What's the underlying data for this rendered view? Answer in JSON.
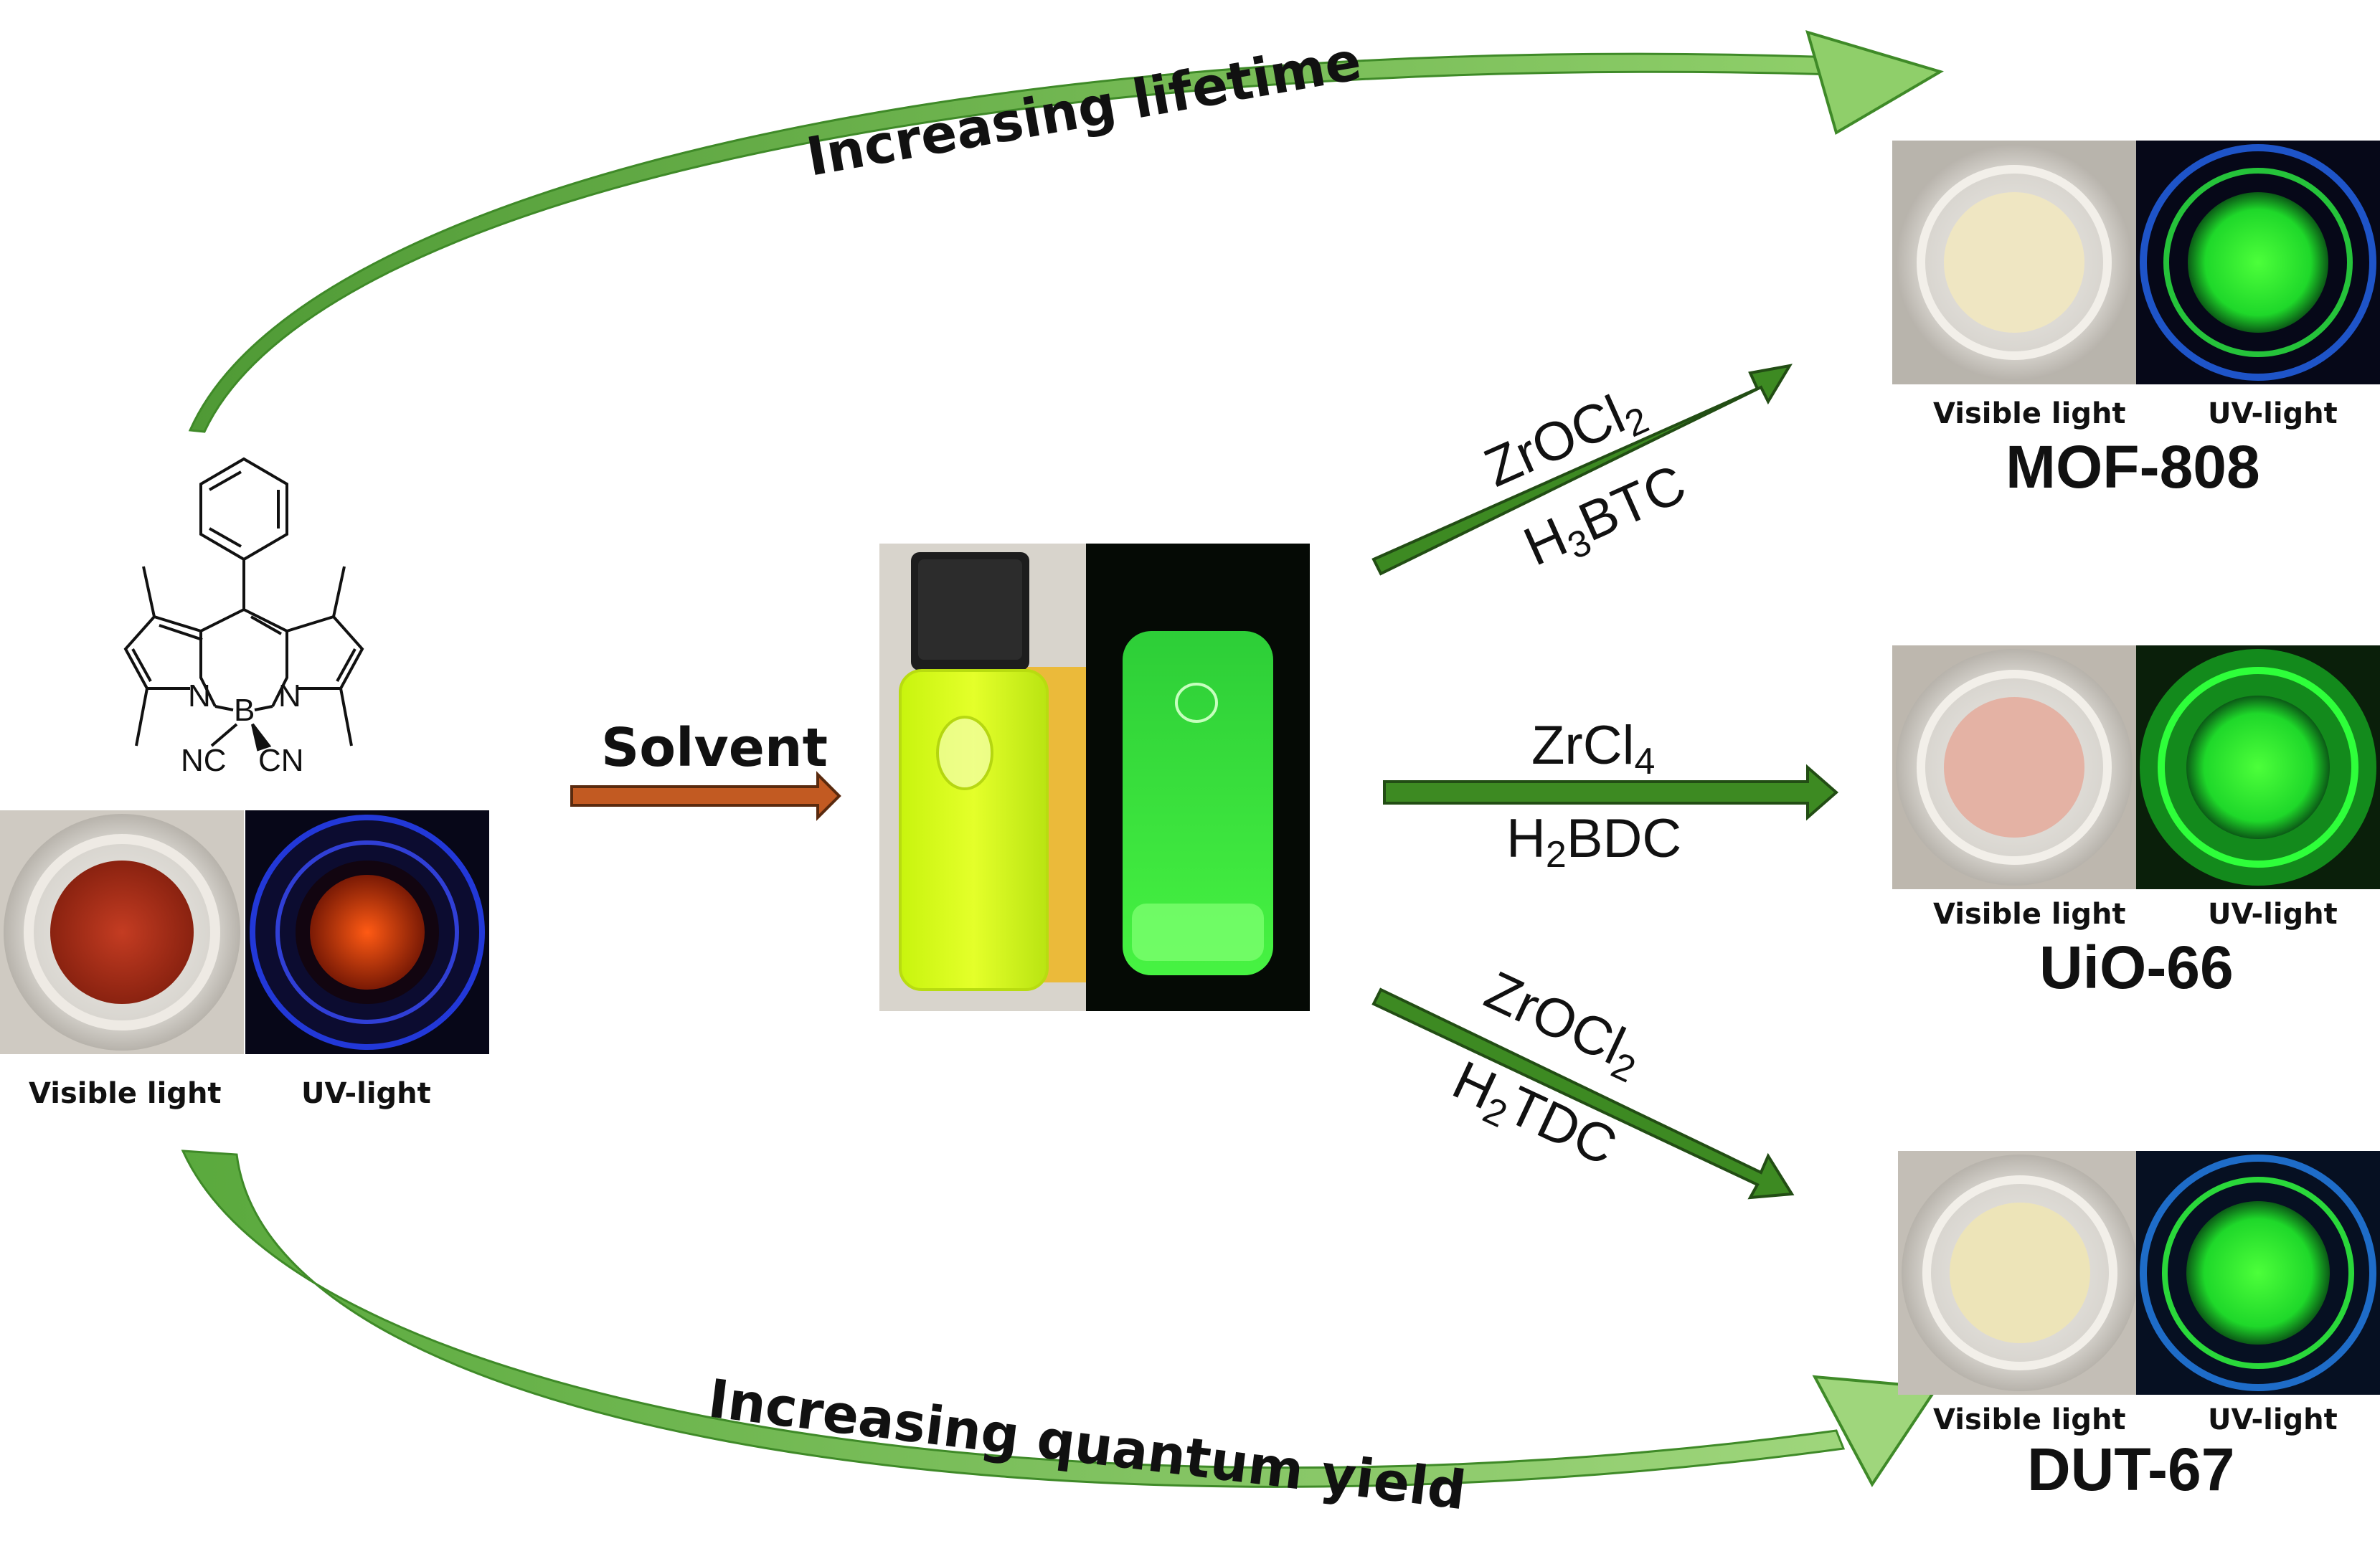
{
  "precursor": {
    "atoms": {
      "n1": "N",
      "boron": "B",
      "n2": "N",
      "cn_left": "NC",
      "cn_right": "CN"
    },
    "photo_labels": {
      "visible": "Visible light",
      "uv": "UV-light"
    },
    "colors": {
      "visible_bg": "#c9c4bc",
      "powder": "#b2301a",
      "uv_bg": "#0a0a22",
      "uv_glow": "#e0400c",
      "uv_rim": "#2a3cff"
    }
  },
  "solvent_step": {
    "label": "Solvent",
    "arrow_color": "#c0501e",
    "vial_visible": "#d6ff1e",
    "vial_uv": "#3cff3c"
  },
  "trend_arrows": {
    "top_label": "Increasing lifetime",
    "bottom_label": "Increasing quantum yield",
    "color": "#6cbd4f"
  },
  "syntheses": [
    {
      "name": "MOF-808",
      "reagent_main": "ZrOCl",
      "reagent_sub": "2",
      "linker_pre": "H",
      "linker_sub": "3",
      "linker_post": "BTC",
      "photo_labels": {
        "visible": "Visible light",
        "uv": "UV-light"
      },
      "powder": "#f2e9c8"
    },
    {
      "name": "UiO-66",
      "reagent_main": "ZrCl",
      "reagent_sub": "4",
      "linker_pre": "H",
      "linker_sub": "2",
      "linker_post": "BDC",
      "photo_labels": {
        "visible": "Visible light",
        "uv": "UV-light"
      },
      "powder": "#e6b4a8"
    },
    {
      "name": "DUT-67",
      "reagent_main": "ZrOCl",
      "reagent_sub": "2",
      "linker_pre": "H",
      "linker_sub": "2",
      "linker_post": "TDC",
      "photo_labels": {
        "visible": "Visible light",
        "uv": "UV-light"
      },
      "powder": "#eee6b8"
    }
  ],
  "synthesis_arrow_color": "#3d8a22",
  "uv_green": "#2aff3a"
}
